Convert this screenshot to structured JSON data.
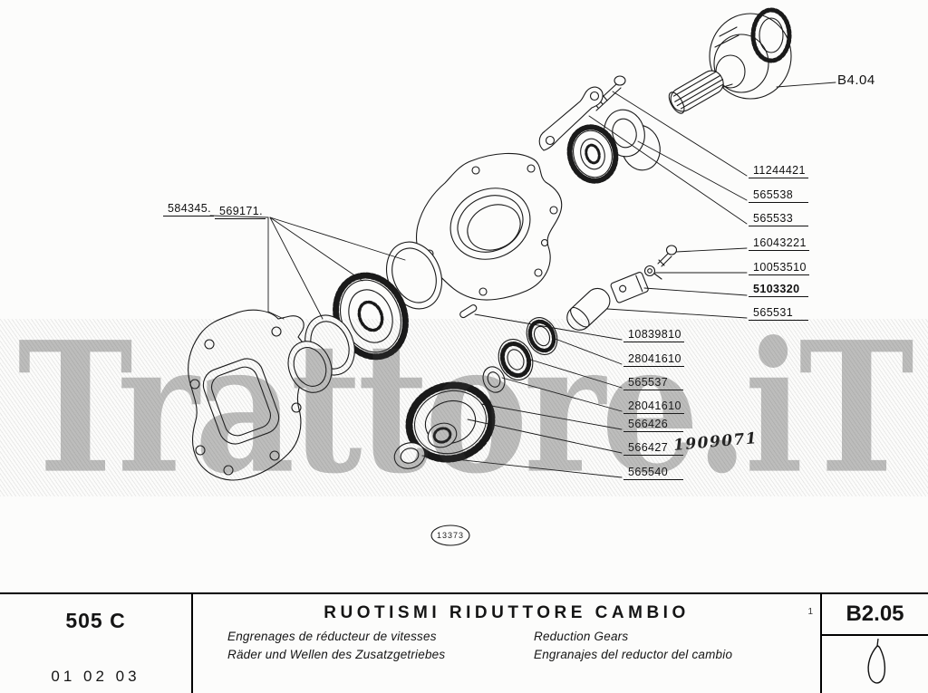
{
  "diagram": {
    "ref_b404": "B4.04",
    "left_labels": [
      "584345.",
      "569171."
    ],
    "col1": [
      "11244421",
      "565538",
      "565533",
      "16043221",
      "10053510",
      "5103320",
      "565531"
    ],
    "col2": [
      "10839810",
      "28041610",
      "565537",
      "28041610",
      "566426",
      "566427",
      "565540"
    ],
    "handwritten": "1909071",
    "stamp": "13373",
    "watermark": "Trattore.iT"
  },
  "footer": {
    "code": "505 C",
    "date": "01 02 03",
    "title": "RUOTISMI RIDUTTORE CAMBIO",
    "subtitles": {
      "fr": "Engrenages de réducteur de vitesses",
      "en": "Reduction Gears",
      "de": "Räder und Wellen des Zusatzgetriebes",
      "es": "Engranajes del reductor del cambio"
    },
    "sheet": "B2.05",
    "corner_mark": "1"
  }
}
